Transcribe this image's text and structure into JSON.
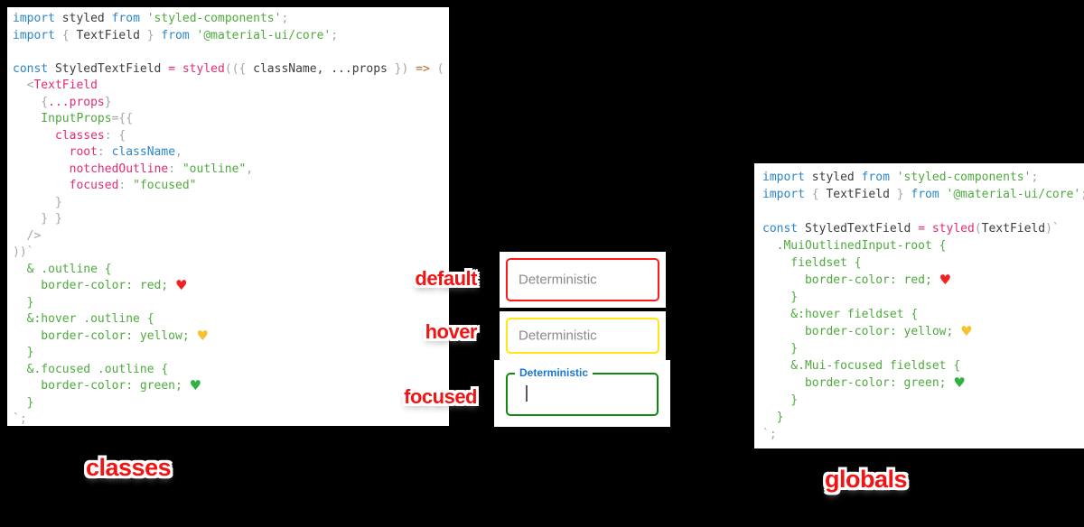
{
  "page": {
    "background": "#000000"
  },
  "colors": {
    "keyword_blue": "#2b86c9",
    "string_green": "#4faa3e",
    "accent_pink": "#e22c74",
    "punctuation_gray": "#a6a6a6",
    "plain_dark": "#3c3c3c",
    "arrow_brown": "#b06f28",
    "annotation_red": "#f11414",
    "default_border_red": "#ff1a1a",
    "hover_border_yellow": "#ffe712",
    "focused_border_green": "#0e8a0e",
    "focused_label_blue": "#1976d2",
    "placeholder_gray": "#8a8a8a"
  },
  "left_code": {
    "caption": "classes",
    "lines": [
      [
        [
          "kw",
          "import"
        ],
        [
          "plain",
          " styled "
        ],
        [
          "kw",
          "from"
        ],
        [
          "str",
          " 'styled-components'"
        ],
        [
          "gray",
          ";"
        ]
      ],
      [
        [
          "kw",
          "import"
        ],
        [
          "gray",
          " { "
        ],
        [
          "plain",
          "TextField"
        ],
        [
          "gray",
          " } "
        ],
        [
          "kw",
          "from"
        ],
        [
          "str",
          " '@material-ui/core'"
        ],
        [
          "gray",
          ";"
        ]
      ],
      [],
      [
        [
          "kw",
          "const"
        ],
        [
          "plain",
          " StyledTextField "
        ],
        [
          "pink",
          "= styled"
        ],
        [
          "gray",
          "(({ "
        ],
        [
          "plain",
          "className, ...props"
        ],
        [
          "gray",
          " })"
        ],
        [
          "arrow",
          " =>"
        ],
        [
          "gray",
          " ("
        ]
      ],
      [
        [
          "gray",
          "  <"
        ],
        [
          "pink",
          "TextField"
        ]
      ],
      [
        [
          "gray",
          "    {"
        ],
        [
          "pink",
          "...props"
        ],
        [
          "gray",
          "}"
        ]
      ],
      [
        [
          "str",
          "    InputProps"
        ],
        [
          "gray",
          "={{"
        ]
      ],
      [
        [
          "pink",
          "      classes"
        ],
        [
          "gray",
          ": {"
        ]
      ],
      [
        [
          "pink",
          "        root"
        ],
        [
          "gray",
          ": "
        ],
        [
          "blue",
          "className"
        ],
        [
          "gray",
          ","
        ]
      ],
      [
        [
          "pink",
          "        notchedOutline"
        ],
        [
          "gray",
          ": "
        ],
        [
          "str",
          "\"outline\""
        ],
        [
          "gray",
          ","
        ]
      ],
      [
        [
          "pink",
          "        focused"
        ],
        [
          "gray",
          ": "
        ],
        [
          "str",
          "\"focused\""
        ]
      ],
      [
        [
          "gray",
          "      }"
        ]
      ],
      [
        [
          "gray",
          "    } }"
        ]
      ],
      [
        [
          "gray",
          "  />"
        ]
      ],
      [
        [
          "gray",
          "))`"
        ]
      ],
      [
        [
          "str",
          "  & .outline {"
        ]
      ],
      [
        [
          "str",
          "    border-color: red; "
        ],
        [
          "hr",
          "♥"
        ]
      ],
      [
        [
          "str",
          "  }"
        ]
      ],
      [
        [
          "str",
          "  &:hover .outline {"
        ]
      ],
      [
        [
          "str",
          "    border-color: yellow; "
        ],
        [
          "hy",
          "♥"
        ]
      ],
      [
        [
          "str",
          "  }"
        ]
      ],
      [
        [
          "str",
          "  &.focused .outline {"
        ]
      ],
      [
        [
          "str",
          "    border-color: green; "
        ],
        [
          "hg",
          "♥"
        ]
      ],
      [
        [
          "str",
          "  }"
        ]
      ],
      [
        [
          "gray",
          "`;"
        ]
      ]
    ]
  },
  "right_code": {
    "caption": "globals",
    "lines": [
      [
        [
          "kw",
          "import"
        ],
        [
          "plain",
          " styled "
        ],
        [
          "kw",
          "from"
        ],
        [
          "str",
          " 'styled-components'"
        ],
        [
          "gray",
          ";"
        ]
      ],
      [
        [
          "kw",
          "import"
        ],
        [
          "gray",
          " { "
        ],
        [
          "plain",
          "TextField"
        ],
        [
          "gray",
          " } "
        ],
        [
          "kw",
          "from"
        ],
        [
          "str",
          " '@material-ui/core'"
        ],
        [
          "gray",
          ";"
        ]
      ],
      [],
      [
        [
          "kw",
          "const"
        ],
        [
          "plain",
          " StyledTextField "
        ],
        [
          "pink",
          "= styled"
        ],
        [
          "gray",
          "("
        ],
        [
          "plain",
          "TextField"
        ],
        [
          "gray",
          ")`"
        ]
      ],
      [
        [
          "str",
          "  .MuiOutlinedInput-root {"
        ]
      ],
      [
        [
          "str",
          "    fieldset {"
        ]
      ],
      [
        [
          "str",
          "      border-color: red; "
        ],
        [
          "hr",
          "♥"
        ]
      ],
      [
        [
          "str",
          "    }"
        ]
      ],
      [
        [
          "str",
          "    &:hover fieldset {"
        ]
      ],
      [
        [
          "str",
          "      border-color: yellow; "
        ],
        [
          "hy",
          "♥"
        ]
      ],
      [
        [
          "str",
          "    }"
        ]
      ],
      [
        [
          "str",
          "    &.Mui-focused fieldset {"
        ]
      ],
      [
        [
          "str",
          "      border-color: green; "
        ],
        [
          "hg",
          "♥"
        ]
      ],
      [
        [
          "str",
          "    }"
        ]
      ],
      [
        [
          "str",
          "  }"
        ]
      ],
      [
        [
          "gray",
          "`;"
        ]
      ]
    ]
  },
  "fields": [
    {
      "state": "default",
      "label": "Deterministic"
    },
    {
      "state": "hover",
      "label": "Deterministic"
    },
    {
      "state": "focused",
      "label": "Deterministic"
    }
  ]
}
